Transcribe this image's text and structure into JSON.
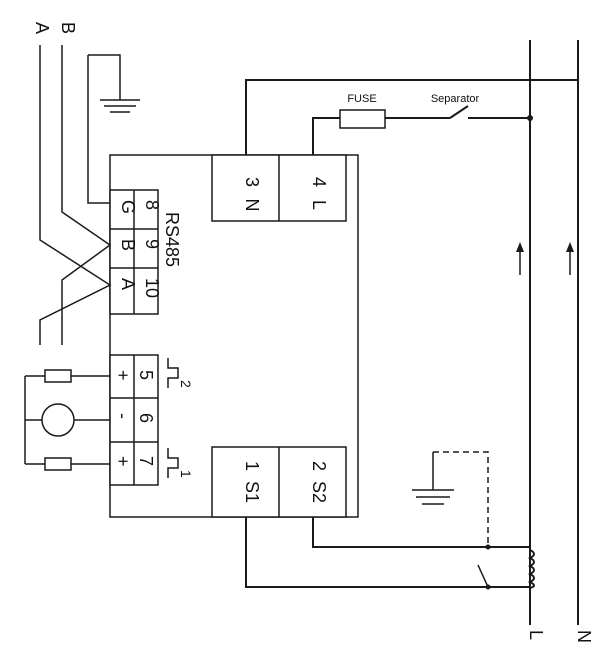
{
  "diagram": {
    "bus_labels": {
      "b": "B",
      "a": "A"
    },
    "rs485_label": "RS485",
    "terminals_left": [
      {
        "num": "8",
        "sym": "G"
      },
      {
        "num": "9",
        "sym": "B"
      },
      {
        "num": "10",
        "sym": "A"
      }
    ],
    "pulse_terminals": [
      {
        "num": "5",
        "sym": "+"
      },
      {
        "num": "6",
        "sym": "-"
      },
      {
        "num": "7",
        "sym": "+"
      }
    ],
    "pulse_labels": {
      "p2": "2",
      "p1": "1"
    },
    "power_terminals": [
      {
        "num": "3",
        "sym": "N"
      },
      {
        "num": "4",
        "sym": "L"
      }
    ],
    "ct_terminals": [
      {
        "num": "1",
        "sym": "S1"
      },
      {
        "num": "2",
        "sym": "S2"
      }
    ],
    "fuse_label": "FUSE",
    "separator_label": "Separator",
    "line_labels": {
      "l": "L",
      "n": "N"
    }
  }
}
